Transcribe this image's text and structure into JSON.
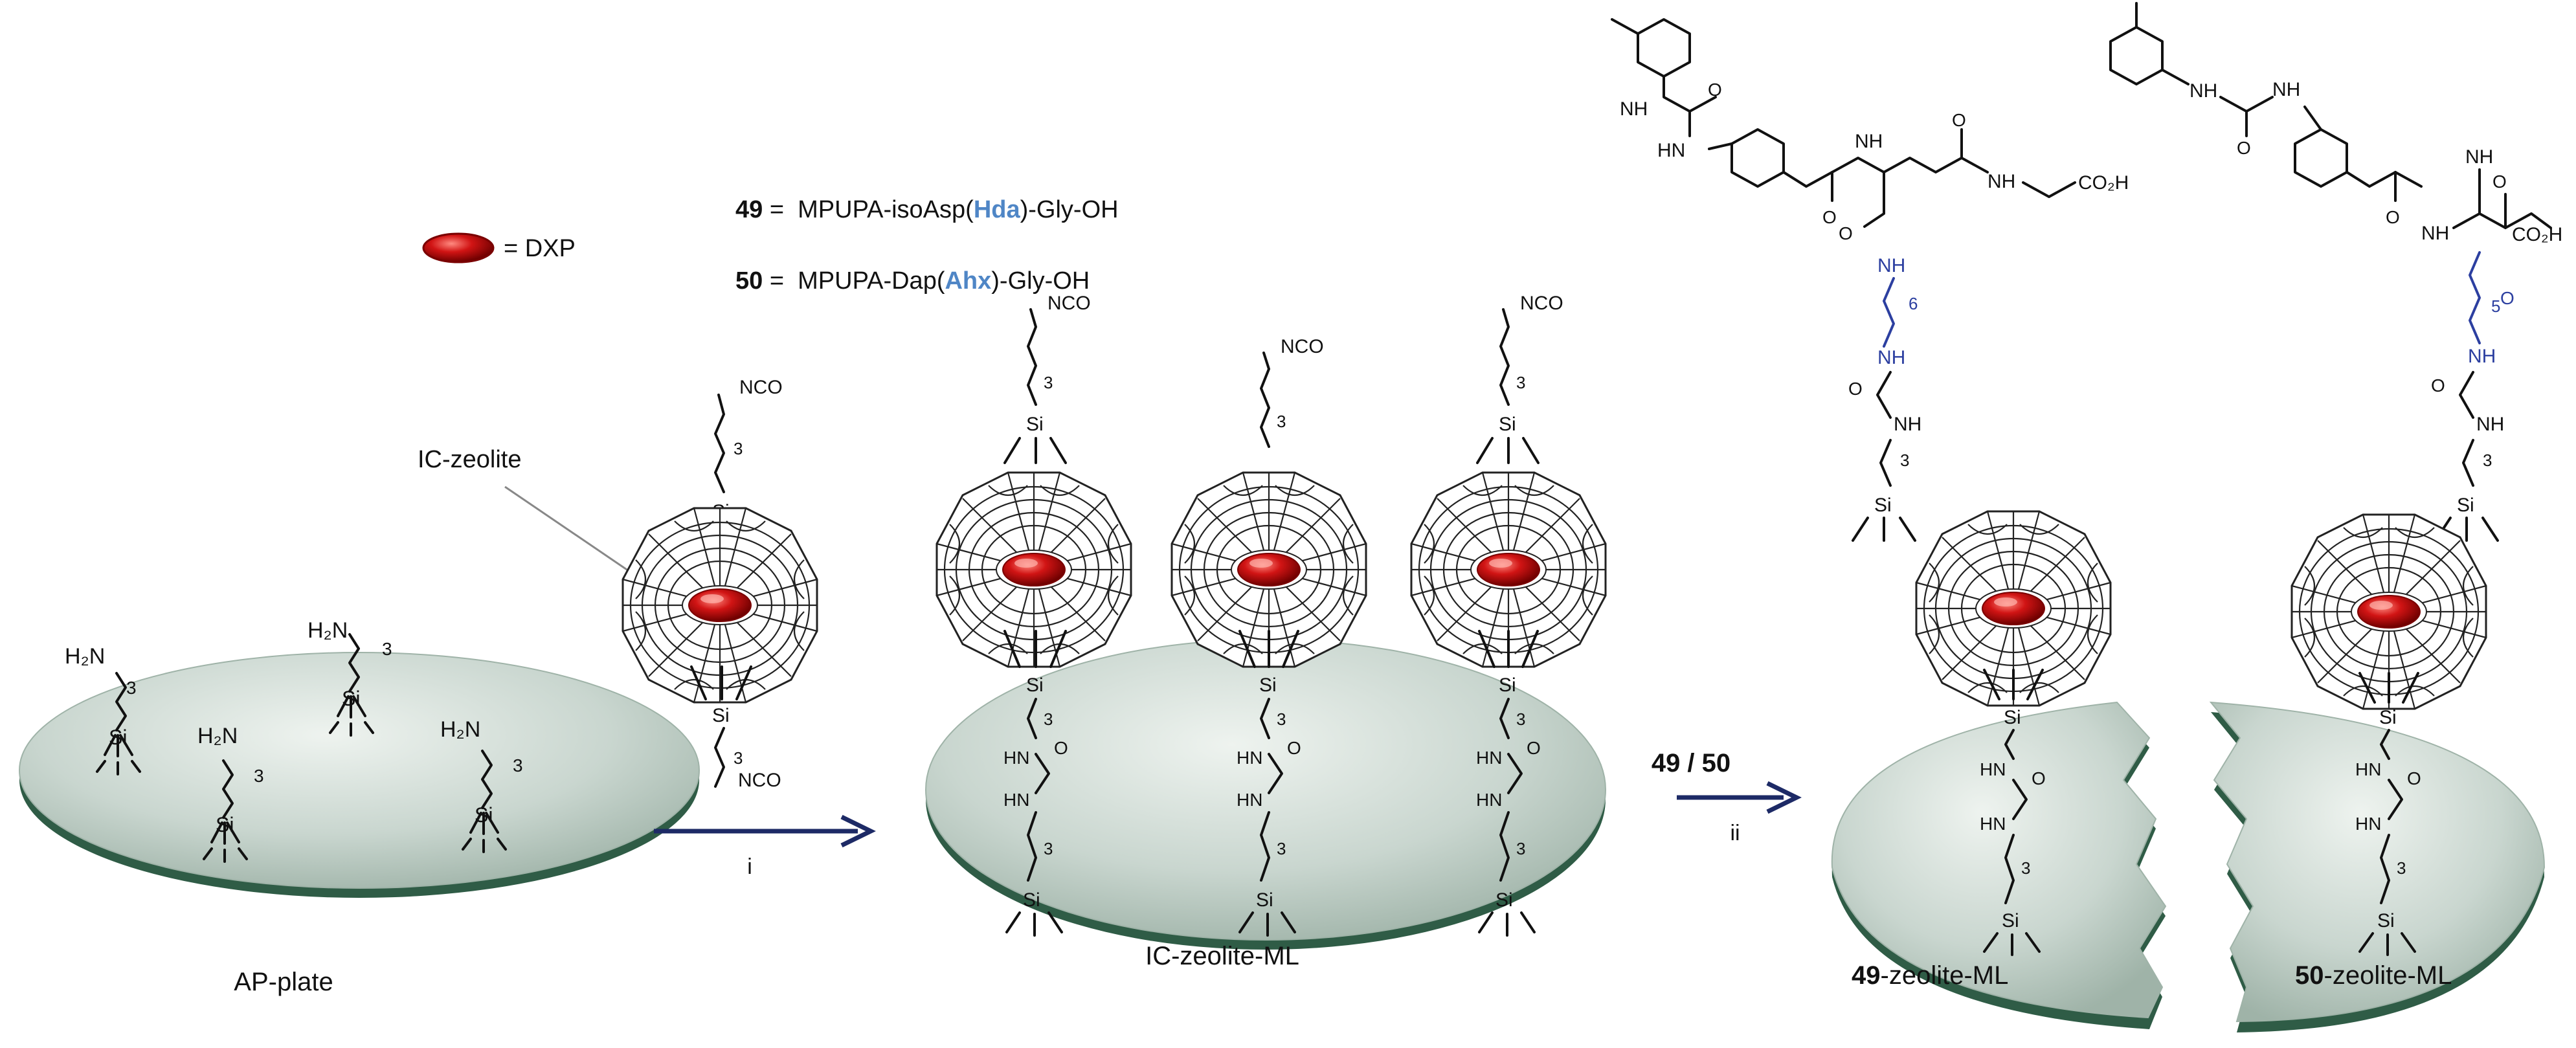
{
  "legend": {
    "dxp_label": "= DXP",
    "compound_49_num": "49",
    "compound_49_eq": " =  MPUPA-isoAsp(",
    "compound_49_hl": "Hda",
    "compound_49_tail": ")-Gly-OH",
    "compound_50_num": "50",
    "compound_50_eq": " =  MPUPA-Dap(",
    "compound_50_hl": "Ahx",
    "compound_50_tail": ")-Gly-OH"
  },
  "labels": {
    "ic_zeolite": "IC-zeolite",
    "ap_plate": "AP-plate",
    "ic_zeolite_ml": "IC-zeolite-ML",
    "ml_49_num": "49",
    "ml_49_suffix": "-zeolite-ML",
    "ml_50_num": "50",
    "ml_50_suffix": "-zeolite-ML"
  },
  "steps": {
    "step_i": "i",
    "step_ii": "ii",
    "reagent_ii": "49 / 50"
  },
  "chem": {
    "h2n": "H₂N",
    "si": "Si",
    "o": "O",
    "three": "3",
    "five": "5",
    "six": "6",
    "nco": "NCO",
    "hn": "HN",
    "nh": "NH",
    "co2h": "CO₂H"
  },
  "colors": {
    "plate_fill": "#c9d6cf",
    "plate_edge": "#2f5c46",
    "dxp_red": "#c20f0f",
    "arrow": "#1d2a66",
    "spacer_blue": "#2c3fa0",
    "highlight_blue": "#4f86c6"
  }
}
